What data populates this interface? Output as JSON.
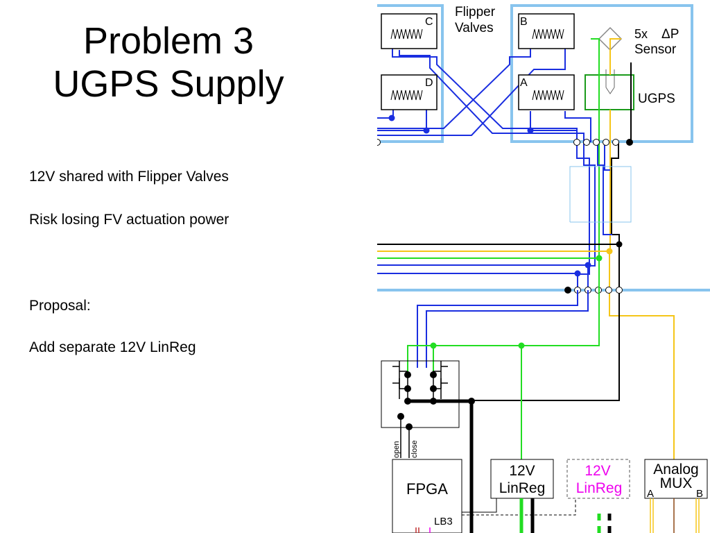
{
  "slide": {
    "title_line1": "Problem 3",
    "title_line2": "UGPS Supply",
    "bullets": [
      "12V shared with Flipper Valves",
      "Risk losing FV actuation power",
      "Proposal:",
      "Add separate 12V LinReg"
    ]
  },
  "schematic": {
    "valve_labels": {
      "c": "C",
      "d": "D",
      "b": "B",
      "a": "A"
    },
    "flipper_valves": [
      "Flipper",
      "Valves"
    ],
    "sensor": {
      "count": "5x",
      "delta": "ΔP",
      "name": "Sensor"
    },
    "ugps": "UGPS",
    "fpga": "FPGA",
    "lb3": "LB3",
    "open": "open",
    "close": "close",
    "linreg_existing": [
      "12V",
      "LinReg"
    ],
    "linreg_proposed": [
      "12V",
      "LinReg"
    ],
    "analog_mux": [
      "Analog",
      "MUX"
    ],
    "mux_a": "A",
    "mux_b": "B"
  },
  "colors": {
    "box_outline": "#88c4ee",
    "valve_wire": "#1a2ee0",
    "power_green": "#22dd22",
    "signal_yellow": "#f5c518",
    "ground_black": "#000000",
    "proposed_magenta": "#ee00ee",
    "ugps_box": "#1a9a1a"
  }
}
